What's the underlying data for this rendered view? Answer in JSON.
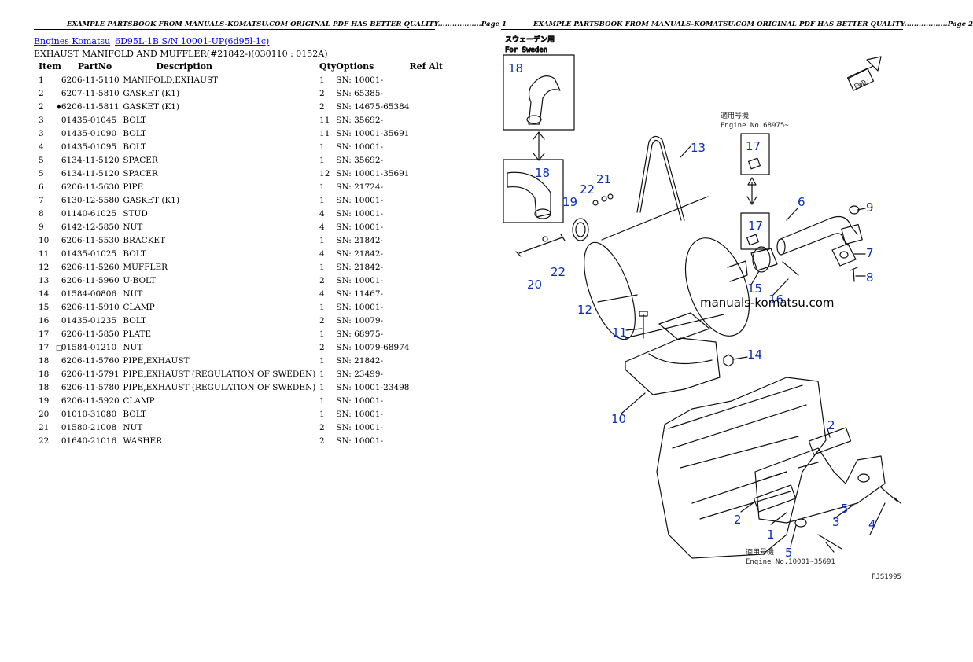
{
  "header": {
    "page1": "EXAMPLE PARTSBOOK FROM MANUALS-KOMATSU.COM ORIGINAL PDF HAS BETTER QUALITY..................Page 1",
    "page2": "EXAMPLE PARTSBOOK FROM MANUALS-KOMATSU.COM ORIGINAL PDF HAS BETTER QUALITY..................Page 2"
  },
  "breadcrumb": {
    "link1": "Engines Komatsu",
    "link2": "6D95L-1B S/N 10001-UP(6d95l-1c)"
  },
  "section_title": "EXHAUST MANIFOLD AND MUFFLER(#21842-)(030110 : 0152A)",
  "table": {
    "headers": {
      "item": "Item",
      "partno": "PartNo",
      "description": "Description",
      "qty": "Qty",
      "options": "Options",
      "refalt": "Ref Alt"
    },
    "rows": [
      {
        "item": "1",
        "mark": "",
        "partno": "6206-11-5110",
        "description": "MANIFOLD,EXHAUST",
        "qty": "1",
        "options": "SN: 10001-"
      },
      {
        "item": "2",
        "mark": "",
        "partno": "6207-11-5810",
        "description": "GASKET (K1)",
        "qty": "2",
        "options": "SN: 65385-"
      },
      {
        "item": "2",
        "mark": "♦",
        "partno": "6206-11-5811",
        "description": "GASKET (K1)",
        "qty": "2",
        "options": "SN: 14675-65384"
      },
      {
        "item": "3",
        "mark": "",
        "partno": "01435-01045",
        "description": "BOLT",
        "qty": "11",
        "options": "SN: 35692-"
      },
      {
        "item": "3",
        "mark": "",
        "partno": "01435-01090",
        "description": "BOLT",
        "qty": "11",
        "options": "SN: 10001-35691"
      },
      {
        "item": "4",
        "mark": "",
        "partno": "01435-01095",
        "description": "BOLT",
        "qty": "1",
        "options": "SN: 10001-"
      },
      {
        "item": "5",
        "mark": "",
        "partno": "6134-11-5120",
        "description": "SPACER",
        "qty": "1",
        "options": "SN: 35692-"
      },
      {
        "item": "5",
        "mark": "",
        "partno": "6134-11-5120",
        "description": "SPACER",
        "qty": "12",
        "options": "SN: 10001-35691"
      },
      {
        "item": "6",
        "mark": "",
        "partno": "6206-11-5630",
        "description": "PIPE",
        "qty": "1",
        "options": "SN: 21724-"
      },
      {
        "item": "7",
        "mark": "",
        "partno": "6130-12-5580",
        "description": "GASKET (K1)",
        "qty": "1",
        "options": "SN: 10001-"
      },
      {
        "item": "8",
        "mark": "",
        "partno": "01140-61025",
        "description": "STUD",
        "qty": "4",
        "options": "SN: 10001-"
      },
      {
        "item": "9",
        "mark": "",
        "partno": "6142-12-5850",
        "description": "NUT",
        "qty": "4",
        "options": "SN: 10001-"
      },
      {
        "item": "10",
        "mark": "",
        "partno": "6206-11-5530",
        "description": "BRACKET",
        "qty": "1",
        "options": "SN: 21842-"
      },
      {
        "item": "11",
        "mark": "",
        "partno": "01435-01025",
        "description": "BOLT",
        "qty": "4",
        "options": "SN: 21842-"
      },
      {
        "item": "12",
        "mark": "",
        "partno": "6206-11-5260",
        "description": "MUFFLER",
        "qty": "1",
        "options": "SN: 21842-"
      },
      {
        "item": "13",
        "mark": "",
        "partno": "6206-11-5960",
        "description": "U-BOLT",
        "qty": "2",
        "options": "SN: 10001-"
      },
      {
        "item": "14",
        "mark": "",
        "partno": "01584-00806",
        "description": "NUT",
        "qty": "4",
        "options": "SN: 11467-"
      },
      {
        "item": "15",
        "mark": "",
        "partno": "6206-11-5910",
        "description": "CLAMP",
        "qty": "1",
        "options": "SN: 10001-"
      },
      {
        "item": "16",
        "mark": "",
        "partno": "01435-01235",
        "description": "BOLT",
        "qty": "2",
        "options": "SN: 10079-"
      },
      {
        "item": "17",
        "mark": "",
        "partno": "6206-11-5850",
        "description": "PLATE",
        "qty": "1",
        "options": "SN: 68975-"
      },
      {
        "item": "17",
        "mark": "□",
        "partno": "01584-01210",
        "description": "NUT",
        "qty": "2",
        "options": "SN: 10079-68974"
      },
      {
        "item": "18",
        "mark": "",
        "partno": "6206-11-5760",
        "description": "PIPE,EXHAUST",
        "qty": "1",
        "options": "SN: 21842-"
      },
      {
        "item": "18",
        "mark": "",
        "partno": "6206-11-5791",
        "description": "PIPE,EXHAUST (REGULATION OF SWEDEN)",
        "qty": "1",
        "options": "SN: 23499-"
      },
      {
        "item": "18",
        "mark": "",
        "partno": "6206-11-5780",
        "description": "PIPE,EXHAUST (REGULATION OF SWEDEN)",
        "qty": "1",
        "options": "SN: 10001-23498"
      },
      {
        "item": "19",
        "mark": "",
        "partno": "6206-11-5920",
        "description": "CLAMP",
        "qty": "1",
        "options": "SN: 10001-"
      },
      {
        "item": "20",
        "mark": "",
        "partno": "01010-31080",
        "description": "BOLT",
        "qty": "1",
        "options": "SN: 10001-"
      },
      {
        "item": "21",
        "mark": "",
        "partno": "01580-21008",
        "description": "NUT",
        "qty": "2",
        "options": "SN: 10001-"
      },
      {
        "item": "22",
        "mark": "",
        "partno": "01640-21016",
        "description": "WASHER",
        "qty": "2",
        "options": "SN: 10001-"
      }
    ]
  },
  "diagram": {
    "callouts": [
      "18",
      "18",
      "19",
      "22",
      "21",
      "20",
      "22",
      "13",
      "17",
      "17",
      "6",
      "9",
      "7",
      "8",
      "15",
      "16",
      "12",
      "11",
      "14",
      "10",
      "2",
      "2",
      "1",
      "5",
      "5",
      "3",
      "4"
    ],
    "label_sweden_jp": "スウェーデン用",
    "label_sweden": "For Sweden",
    "label_engine_jp_top": "適用号機",
    "label_engine_top": "Engine No.68975~",
    "label_engine_jp_bottom": "適用号機",
    "label_engine_bottom": "Engine No.10001~35691",
    "label_fwd": "FWD",
    "label_code": "PJS1995",
    "watermark": "manuals-komatsu.com",
    "accent_color": "#0a2eb8"
  }
}
